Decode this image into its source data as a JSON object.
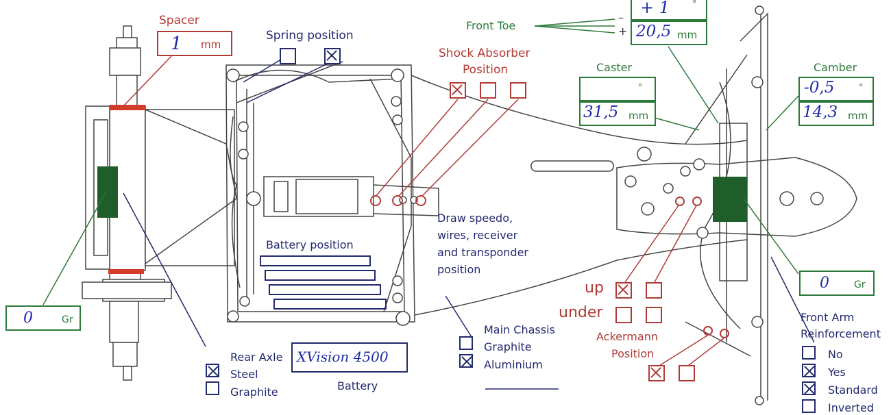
{
  "spacer": {
    "title": "Spacer",
    "value": "1",
    "unit": "mm"
  },
  "spring": {
    "title": "Spring position",
    "options": [
      {
        "checked": false
      },
      {
        "checked": true
      }
    ]
  },
  "front_toe": {
    "title": "Front Toe",
    "minus": "–",
    "plus": "+",
    "value1": "+ 1",
    "unit1": "°",
    "value2": "20,5",
    "unit2": "mm"
  },
  "shock": {
    "title_line1": "Shock Absorber",
    "title_line2": "Position",
    "options": [
      {
        "checked": true
      },
      {
        "checked": false
      },
      {
        "checked": false
      }
    ]
  },
  "caster": {
    "title": "Caster",
    "deg_value": "",
    "deg_unit": "°",
    "mm_value": "31,5",
    "mm_unit": "mm"
  },
  "camber": {
    "title": "Camber",
    "deg_value": "-0,5",
    "deg_unit": "°",
    "mm_value": "14,3",
    "mm_unit": "mm"
  },
  "draw_note": {
    "line1": "Draw speedo,",
    "line2": "wires, receiver",
    "line3": "and transponder",
    "line4": "position"
  },
  "battery_position": {
    "title": "Battery position"
  },
  "battery": {
    "value": "XVision 4500",
    "label": "Battery"
  },
  "rear_axle": {
    "title": "Rear Axle",
    "options": [
      {
        "label": "Steel",
        "checked": true
      },
      {
        "label": "Graphite",
        "checked": false
      }
    ]
  },
  "main_chassis": {
    "title": "Main Chassis",
    "options": [
      {
        "label": "Graphite",
        "checked": false
      },
      {
        "label": "Aluminium",
        "checked": true
      }
    ]
  },
  "rear_angle": {
    "value": "0",
    "unit": "Gr"
  },
  "front_angle": {
    "value": "0",
    "unit": "Gr"
  },
  "ackermann": {
    "up_label": "up",
    "under_label": "under",
    "title_line1": "Ackermann",
    "title_line2": "Position",
    "up": [
      {
        "checked": true
      },
      {
        "checked": false
      }
    ],
    "under": [
      {
        "checked": false
      },
      {
        "checked": false
      }
    ],
    "bottom": [
      {
        "checked": true
      },
      {
        "checked": false
      }
    ]
  },
  "front_arm": {
    "title_line1": "Front Arm",
    "title_line2": "Reinforcement",
    "options": [
      {
        "label": "No",
        "checked": false
      },
      {
        "label": "Yes",
        "checked": true
      },
      {
        "label": "Standard",
        "checked": true
      },
      {
        "label": "Inverted",
        "checked": false
      }
    ]
  },
  "colors": {
    "red": "#b03a35",
    "blue": "#222a6e",
    "green": "#2c7a3a",
    "pen": "#1f2aa8",
    "marker": "#1f5e2a"
  }
}
